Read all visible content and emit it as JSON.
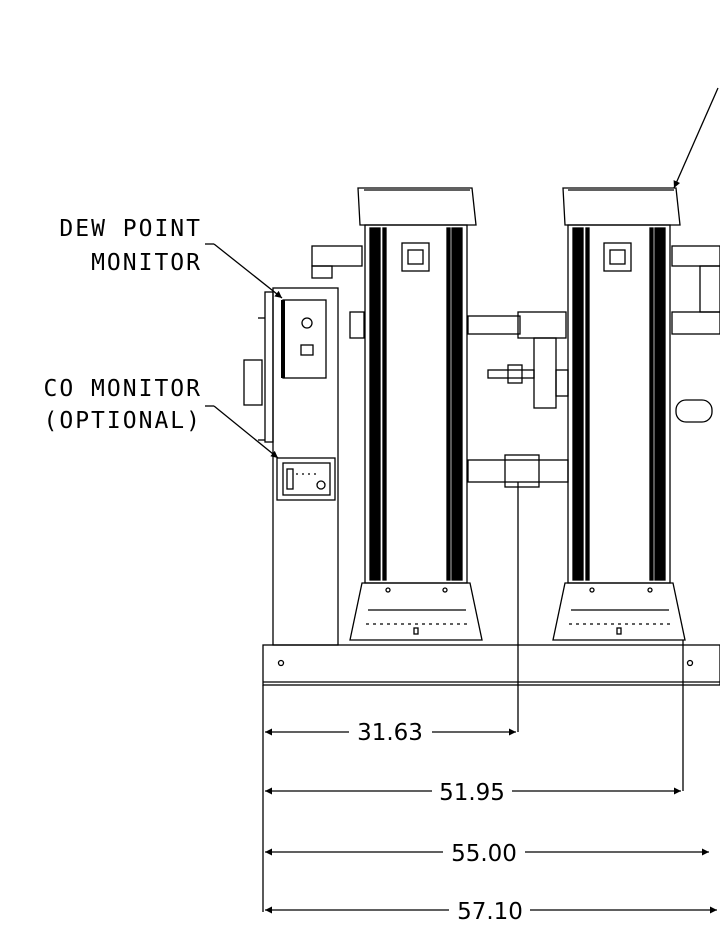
{
  "callouts": {
    "dew_point_line1": "DEW POINT",
    "dew_point_line2": "MONITOR",
    "co_line1": "CO MONITOR",
    "co_line2": "(OPTIONAL)"
  },
  "dimensions": [
    {
      "id": "dim-1",
      "value": "31.63"
    },
    {
      "id": "dim-2",
      "value": "51.95"
    },
    {
      "id": "dim-3",
      "value": "55.00"
    },
    {
      "id": "dim-4",
      "value": "57.10"
    }
  ],
  "colors": {
    "line": "#000000",
    "background": "#ffffff"
  }
}
